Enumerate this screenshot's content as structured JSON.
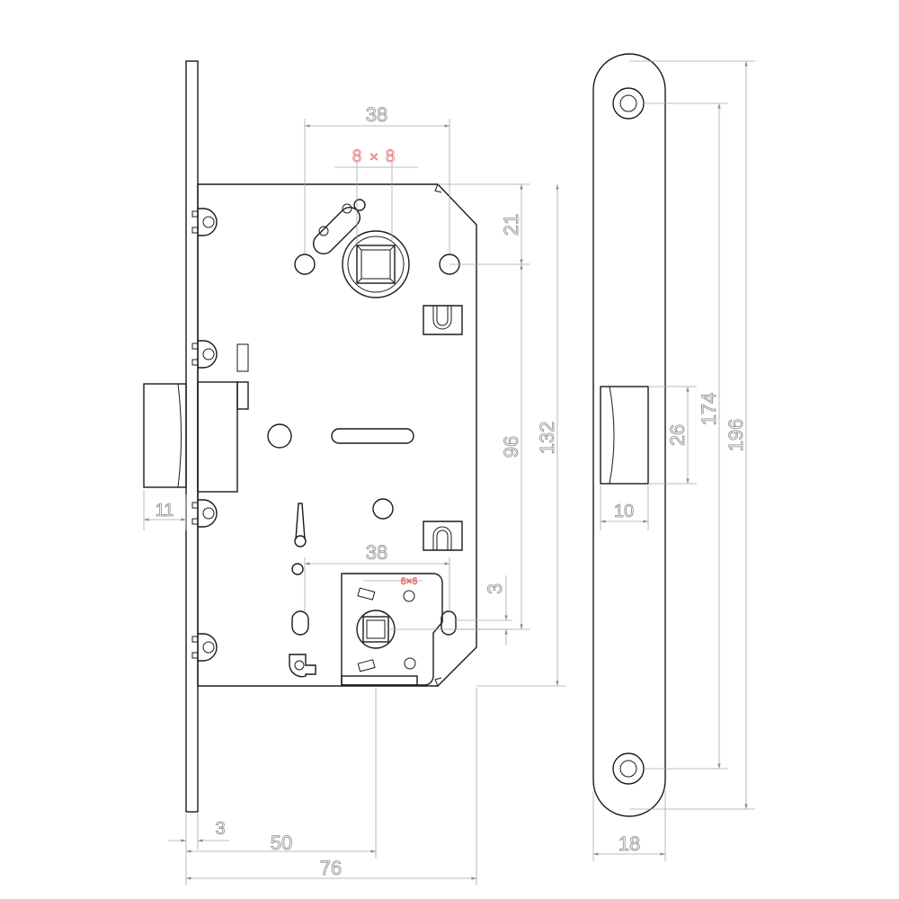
{
  "dimensions": {
    "cam_spacing_top": "38",
    "cam_square_top": "8",
    "cam_square_sep": "×",
    "cam_square_top_2": "8",
    "top_offset": "21",
    "center_distance": "96",
    "body_height": "132",
    "latch_protrusion": "11",
    "cam_spacing_bottom": "38",
    "cam_square_bottom": "6×6",
    "bottom_offset": "3",
    "faceplate_thickness": "3",
    "backset": "50",
    "body_depth": "76",
    "strike_slot_height": "26",
    "strike_slot_width": "10",
    "strike_hole_distance": "174",
    "strike_length": "196",
    "strike_width": "18"
  },
  "colors": {
    "outline": "#1a1a1a",
    "dimension_line": "#a8a8a8",
    "dimension_text": "#8a8a8a",
    "accent_red": "#e05a5a"
  }
}
